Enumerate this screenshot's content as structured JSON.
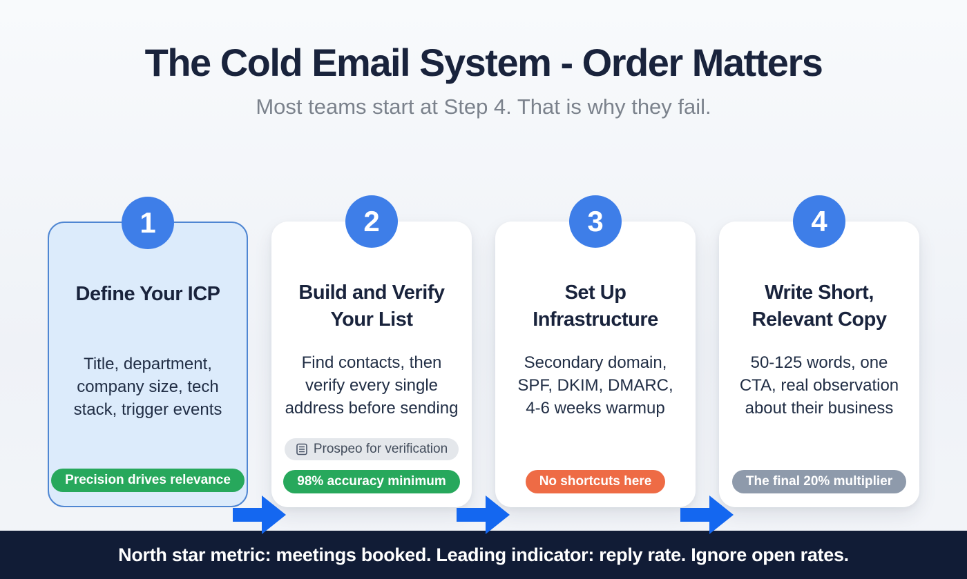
{
  "header": {
    "title": "The Cold Email System - Order Matters",
    "subtitle": "Most teams start at Step 4. That is why they fail."
  },
  "steps": [
    {
      "number": "1",
      "title": "Define Your ICP",
      "body": "Title, department, company size, tech stack, trigger events",
      "badge": {
        "label": "Precision drives relevance",
        "color": "#27a85c"
      },
      "highlighted": true
    },
    {
      "number": "2",
      "title": "Build and Verify Your List",
      "body": "Find contacts, then verify every single address before sending",
      "tool_badge": {
        "label": "Prospeo for verification",
        "icon": "document-list-icon"
      },
      "badge": {
        "label": "98% accuracy minimum",
        "color": "#27a85c"
      },
      "highlighted": false
    },
    {
      "number": "3",
      "title": "Set Up Infrastructure",
      "body": "Secondary domain, SPF, DKIM, DMARC, 4-6 weeks warmup",
      "badge": {
        "label": "No shortcuts here",
        "color": "#ee6b45"
      },
      "highlighted": false
    },
    {
      "number": "4",
      "title": "Write Short, Relevant Copy",
      "body": "50-125 words, one CTA, real observation about their business",
      "badge": {
        "label": "The final 20% multiplier",
        "color": "#8e9aab"
      },
      "highlighted": false
    }
  ],
  "footer": {
    "text": "North star metric: meetings booked. Leading indicator: reply rate. Ignore open rates."
  },
  "colors": {
    "page_bg_top": "#f8fafc",
    "page_bg": "#eff2f7",
    "page_bg_bottom": "#f3f5f9",
    "navy": "#19233c",
    "body_navy": "#212e45",
    "subtitle_gray": "#7b828c",
    "circle_blue": "#3e7ee8",
    "arrow_blue": "#1467f0",
    "card1_bg": "#dcebfb",
    "card1_border": "#4f86d2",
    "green": "#27a85c",
    "orange": "#ee6b45",
    "slate": "#8e9aab",
    "tool_badge_bg": "#e4e7eb",
    "tool_badge_text": "#414b5a",
    "footer_bg": "#111c36"
  }
}
